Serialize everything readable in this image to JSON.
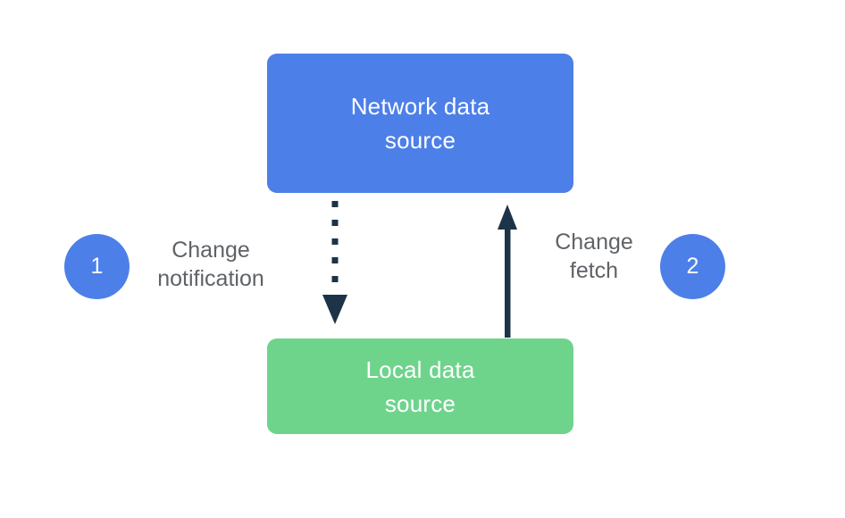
{
  "diagram": {
    "title_visible": false,
    "background_color": "#ffffff",
    "nodes": [
      {
        "id": "network-data-source",
        "label": "Network data\nsource",
        "color": "#4d7fe8",
        "text_color": "#ffffff",
        "shape": "rounded-rectangle"
      },
      {
        "id": "local-data-source",
        "label": "Local data\nsource",
        "color": "#6ed48c",
        "text_color": "#ffffff",
        "shape": "rounded-rectangle"
      }
    ],
    "edges": [
      {
        "id": "change-notification",
        "step": "1",
        "label": "Change\nnotification",
        "style": "dotted",
        "direction": "network-to-local",
        "color": "#1d3347",
        "label_color": "#5f6368"
      },
      {
        "id": "change-fetch",
        "step": "2",
        "label": "Change\nfetch",
        "style": "solid",
        "direction": "local-to-network",
        "color": "#1d3347",
        "label_color": "#5f6368"
      }
    ],
    "steps": [
      {
        "number": "1",
        "circle_color": "#4d7fe8",
        "text_color": "#ffffff"
      },
      {
        "number": "2",
        "circle_color": "#4d7fe8",
        "text_color": "#ffffff"
      }
    ],
    "icons": {
      "arrow_down_dotted": "arrow-down-dotted-icon",
      "arrow_up_solid": "arrow-up-solid-icon"
    }
  }
}
